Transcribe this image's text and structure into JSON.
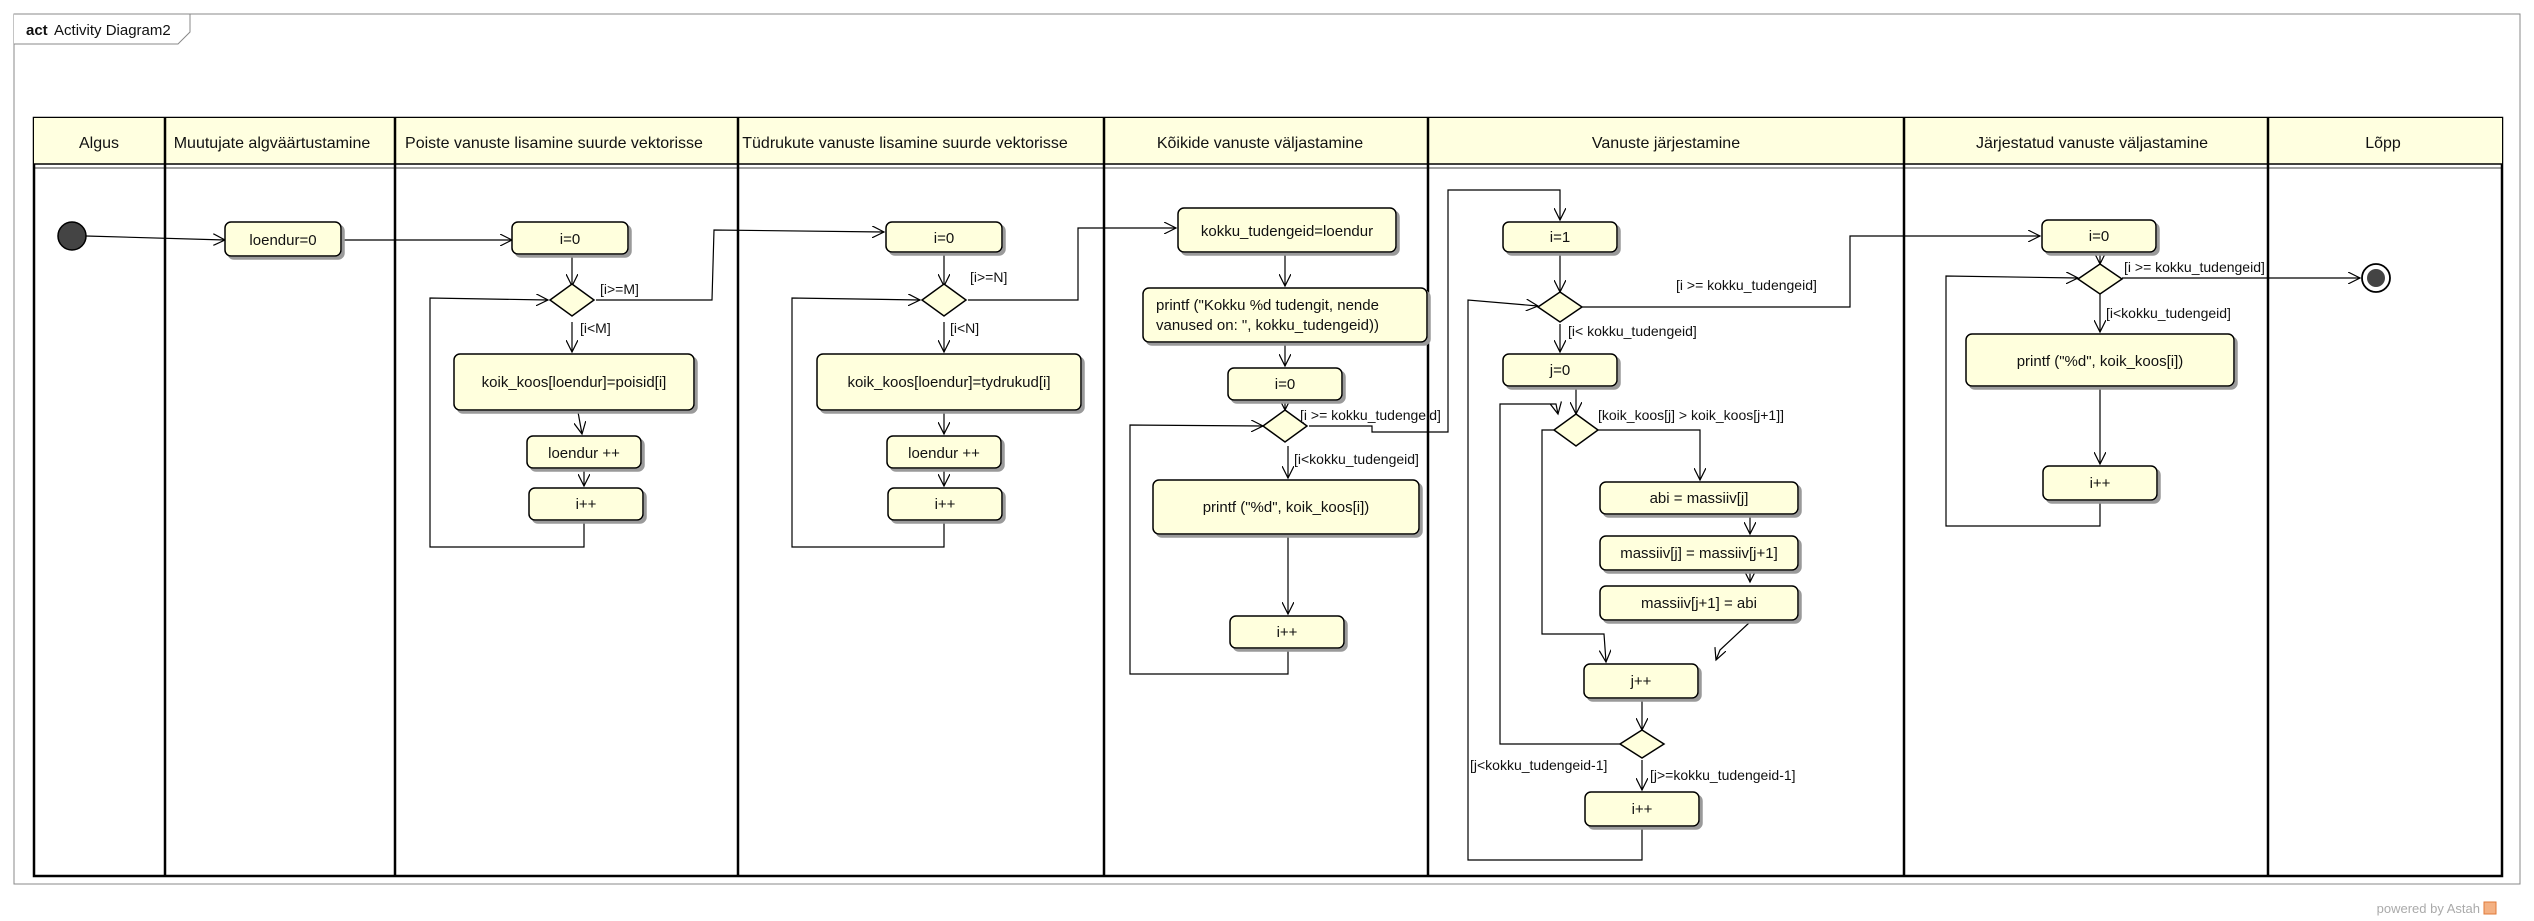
{
  "frame": {
    "keyword": "act",
    "name": "Activity Diagram2"
  },
  "lanes": [
    "Algus",
    "Muutujate algväärtustamine",
    "Poiste vanuste lisamine suurde vektorisse",
    "Tüdrukute vanuste lisamine suurde vektorisse",
    "Kõikide vanuste väljastamine",
    "Vanuste järjestamine",
    "Järjestatud vanuste väljastamine",
    "Lõpp"
  ],
  "actions": {
    "loendur_init": "loendur=0",
    "p_i0": "i=0",
    "p_assign": "koik_koos[loendur]=poisid[i]",
    "p_loendur": "loendur ++",
    "p_inc": "i++",
    "t_i0": "i=0",
    "t_assign": "koik_koos[loendur]=tydrukud[i]",
    "t_loendur": "loendur ++",
    "t_inc": "i++",
    "k_total": "kokku_tudengeid=loendur",
    "k_printf1_line1": "printf (\"Kokku %d tudengit, nende",
    "k_printf1_line2": "vanused on: \", kokku_tudengeid))",
    "k_i0": "i=0",
    "k_printf2": "printf (\"%d\", koik_koos[i])",
    "k_inc": "i++",
    "s_i1": "i=1",
    "s_j0": "j=0",
    "s_abi": "abi = massiiv[j]",
    "s_swap1": "massiiv[j] = massiiv[j+1]",
    "s_swap2": "massiiv[j+1] = abi",
    "s_jinc": "j++",
    "s_iinc": "i++",
    "j_i0": "i=0",
    "j_printf": "printf (\"%d\", koik_koos[i])",
    "j_inc": "i++"
  },
  "guards": {
    "p_exit": "[i>=M]",
    "p_loop": "[i<M]",
    "t_exit": "[i>=N]",
    "t_loop": "[i<N]",
    "k_exit": "[i >= kokku_tudengeid]",
    "k_loop": "[i<kokku_tudengeid]",
    "s_outer_exit": "[i >= kokku_tudengeid]",
    "s_outer_loop": "[i< kokku_tudengeid]",
    "s_cmp_true": "[koik_koos[j] > koik_koos[j+1]]",
    "s_inner_loop": "[j<kokku_tudengeid-1]",
    "s_inner_exit": "[j>=kokku_tudengeid-1]",
    "j_exit": "[i >= kokku_tudengeid]",
    "j_loop": "[i<kokku_tudengeid]"
  },
  "footer": "powered by Astah",
  "colors": {
    "node_fill": "#FFFFDD",
    "lane_header": "#FFFFE0",
    "line": "#000000"
  }
}
